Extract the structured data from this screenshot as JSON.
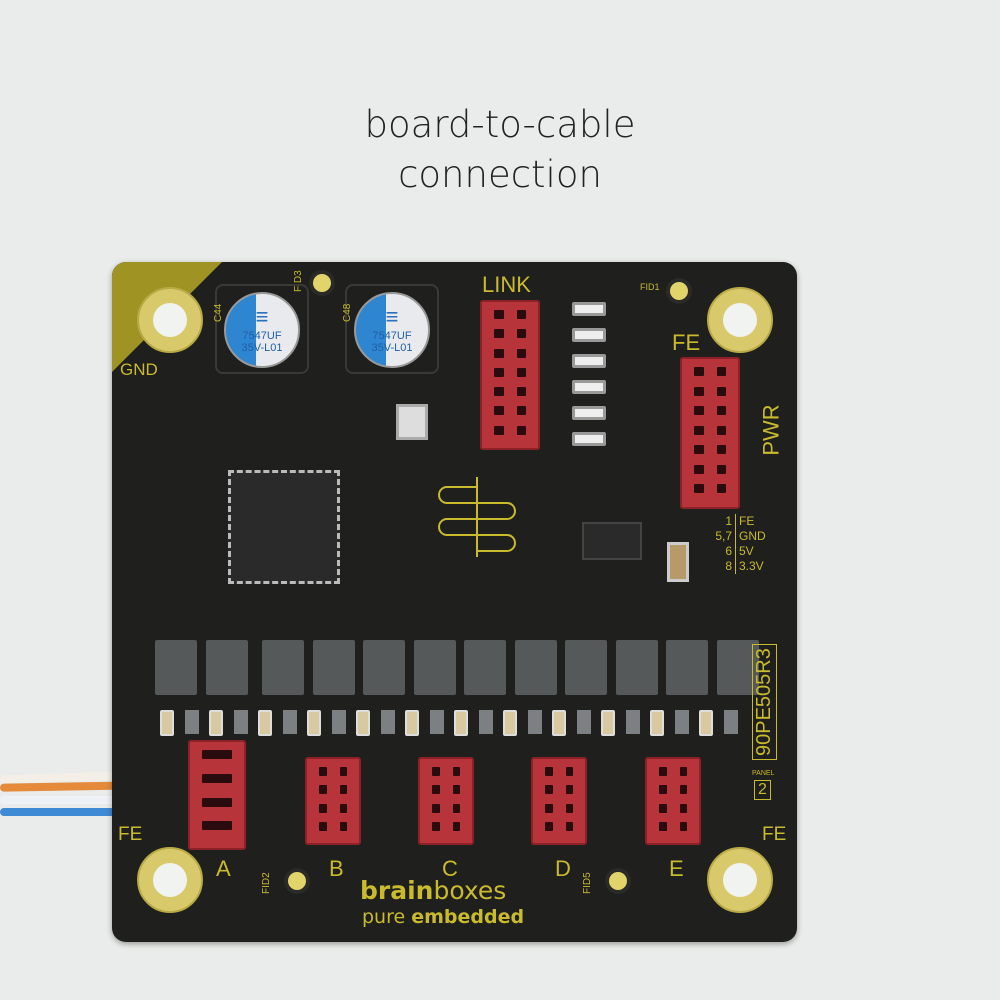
{
  "caption": {
    "line1": "board-to-cable",
    "line2": "connection"
  },
  "board": {
    "gnd_label": "GND",
    "link_label": "LINK",
    "fe_top_label": "FE",
    "pwr_label": "PWR",
    "pin_table": [
      {
        "pin": "1",
        "signal": "FE"
      },
      {
        "pin": "5,7",
        "signal": "GND"
      },
      {
        "pin": "6",
        "signal": "5V"
      },
      {
        "pin": "8",
        "signal": "3.3V"
      }
    ],
    "part_number": "90PE505R3",
    "panel_label": "PANEL",
    "panel_number": "2",
    "fe_left_label": "FE",
    "fe_right_label": "FE",
    "ports": [
      "A",
      "B",
      "C",
      "D",
      "E"
    ],
    "capacitors": [
      {
        "ref": "C44",
        "line1": "7547UF",
        "line2": "35V-L01"
      },
      {
        "ref": "C48",
        "line1": "7547UF",
        "line2": "35V-L01"
      }
    ],
    "fiducials": [
      "FID3",
      "FID1",
      "FID2",
      "FID5"
    ],
    "brand_bold": "brain",
    "brand_light": "boxes",
    "tagline_light": "pure ",
    "tagline_bold": "embedded"
  },
  "colors": {
    "pcb": "#1f1f1d",
    "silkscreen": "#c9bb2c",
    "connector": "#b7343b",
    "background": "#e9ecea"
  }
}
